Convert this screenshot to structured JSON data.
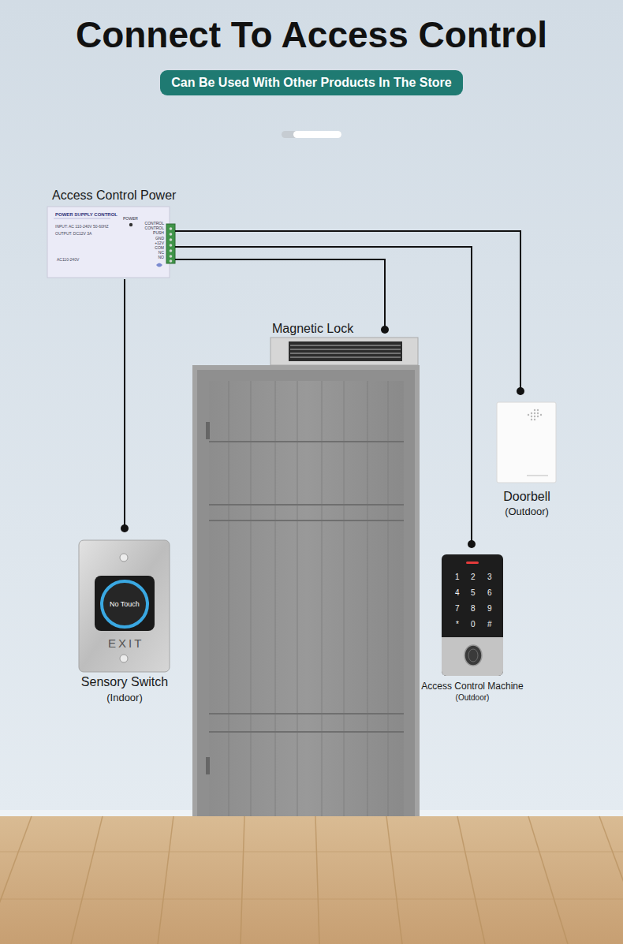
{
  "diagram": {
    "title": "Connect To Access Control",
    "nodes": [
      {
        "text": [
          "Can Be Used With Other Products In The Store"
        ]
      },
      {
        "text": [
          "Access Control Power",
          "POWER SUPPLY CONTROL",
          "INPUT: AC 110-240V 50-60HZ",
          "OUTPUT: DC12V 3A",
          "AC110-240V"
        ]
      },
      {
        "text": [
          "Magnetic Lock"
        ]
      },
      {
        "text": [
          "Doorbell",
          "(Outdoor)"
        ]
      },
      {
        "text": [
          "Access Control Machine",
          "(Outdoor)"
        ]
      },
      {
        "text": [
          "Sensory Switch",
          "(Indoor)"
        ]
      }
    ],
    "edges": [
      {
        "from": 1,
        "to": 2,
        "arrow": "none"
      },
      {
        "from": 1,
        "to": 3,
        "arrow": "none"
      },
      {
        "from": 1,
        "to": 4,
        "arrow": "none"
      },
      {
        "from": 1,
        "to": 5,
        "arrow": "none"
      }
    ],
    "labels": [
      "POWER",
      "CONTROL",
      "CONTROL",
      "PUSH",
      "GND",
      "+12V",
      "COM",
      "NC",
      "NO",
      "No Touch",
      "EXIT",
      "1",
      "2",
      "3",
      "4",
      "5",
      "6",
      "7",
      "8",
      "9",
      "*",
      "0",
      "#"
    ]
  }
}
